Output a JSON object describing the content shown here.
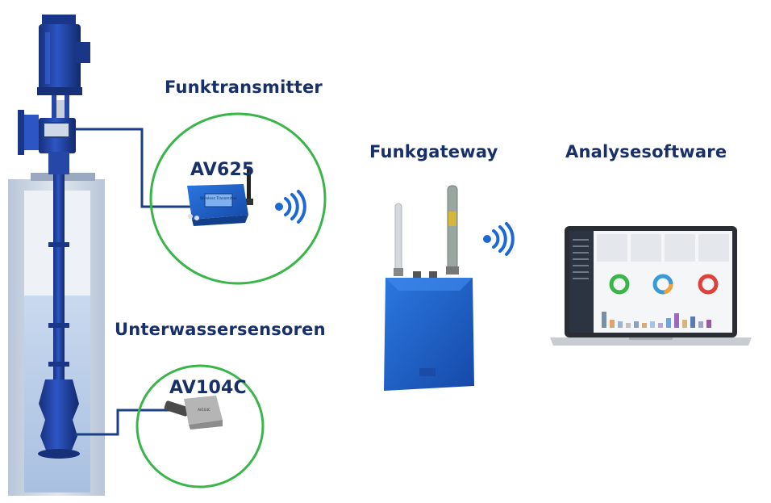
{
  "labels": {
    "funktransmitter": "Funktransmitter",
    "funkgateway": "Funkgateway",
    "analysesoftware": "Analysesoftware",
    "unterwassersensoren": "Unterwassersensoren",
    "av625": "AV625",
    "av104c": "AV104C"
  },
  "device_text": {
    "transmitter_panel": "Wireless Transmitter",
    "sensor_label": "AV104C"
  },
  "colors": {
    "heading": "#17306a",
    "circle": "#3ab54a",
    "pump_blue": "#1f3f9c",
    "device_blue": "#1e61c4",
    "wifi_blue": "#1e68d6",
    "cable": "#1b3f86"
  },
  "icons": [
    "pump-icon",
    "wifi-signal-icon",
    "gateway-icon",
    "laptop-icon",
    "sensor-icon",
    "transmitter-icon"
  ]
}
